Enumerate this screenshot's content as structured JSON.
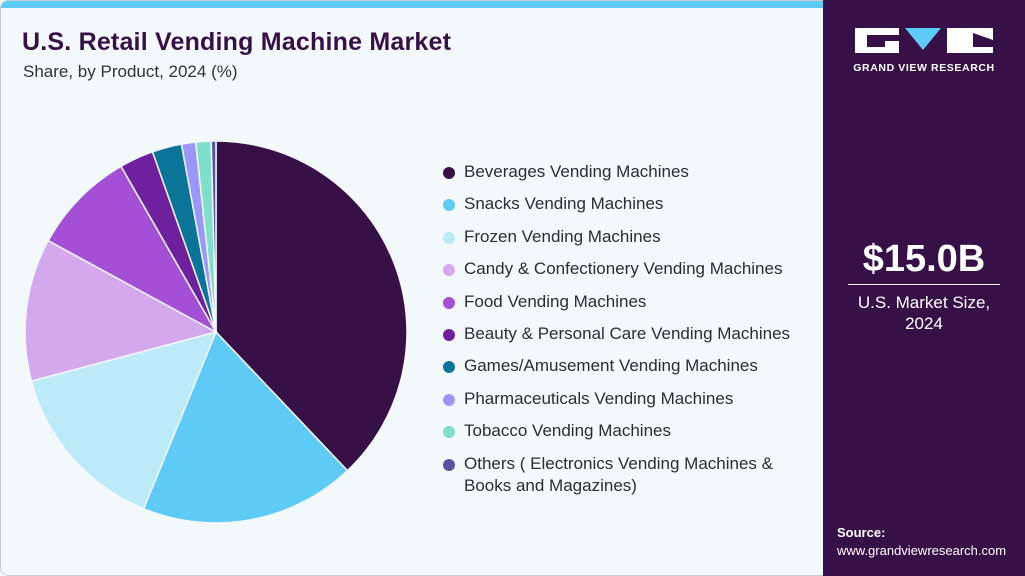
{
  "header": {
    "title": "U.S. Retail Vending Machine Market",
    "subtitle": "Share, by Product, 2024 (%)"
  },
  "brand": {
    "name": "GRAND VIEW RESEARCH",
    "accent_color": "#5ecbf6",
    "panel_color": "#371048"
  },
  "stat": {
    "value": "$15.0B",
    "label_line1": "U.S. Market Size,",
    "label_line2": "2024"
  },
  "source": {
    "label": "Source:",
    "url": "www.grandviewresearch.com"
  },
  "legend": [
    {
      "label": "Beverages Vending Machines",
      "color": "#371048"
    },
    {
      "label": "Snacks Vending Machines",
      "color": "#5ecbf6"
    },
    {
      "label": "Frozen Vending Machines",
      "color": "#bdeaf9"
    },
    {
      "label": "Candy & Confectionery Vending Machines",
      "color": "#d4a8ec"
    },
    {
      "label": "Food Vending Machines",
      "color": "#a450d6"
    },
    {
      "label": "Beauty & Personal Care Vending Machines",
      "color": "#6e209e"
    },
    {
      "label": "Games/Amusement Vending Machines",
      "color": "#0b7599"
    },
    {
      "label": "Pharmaceuticals Vending Machines",
      "color": "#9a96fb"
    },
    {
      "label": "Tobacco Vending Machines",
      "color": "#7fdfcb"
    },
    {
      "label": "Others ( Electronics Vending Machines & Books and Magazines)",
      "color": "#5654a0"
    }
  ],
  "chart_data": {
    "type": "pie",
    "title": "U.S. Retail Vending Machine Market",
    "subtitle": "Share, by Product, 2024 (%)",
    "categories": [
      "Beverages Vending Machines",
      "Snacks Vending Machines",
      "Frozen Vending Machines",
      "Candy & Confectionery Vending Machines",
      "Food Vending Machines",
      "Beauty & Personal Care Vending Machines",
      "Games/Amusement Vending Machines",
      "Pharmaceuticals Vending Machines",
      "Tobacco Vending Machines",
      "Others ( Electronics Vending Machines & Books and Magazines)"
    ],
    "values": [
      38.0,
      18.3,
      14.7,
      12.1,
      8.8,
      2.9,
      2.5,
      1.2,
      1.3,
      0.4
    ],
    "colors": [
      "#371048",
      "#5ecbf6",
      "#bdeaf9",
      "#d4a8ec",
      "#a450d6",
      "#6e209e",
      "#0b7599",
      "#9a96fb",
      "#7fdfcb",
      "#5654a0"
    ],
    "start_angle_deg": 0,
    "direction": "clockwise",
    "legend_position": "right",
    "data_labels": false
  }
}
